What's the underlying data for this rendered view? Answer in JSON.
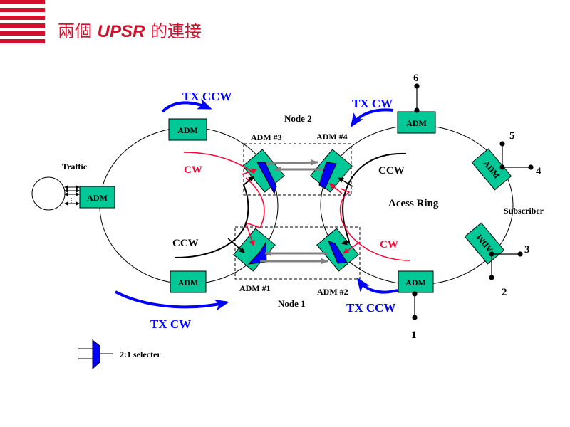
{
  "slide": {
    "title_prefix": "兩個",
    "title_emphasis": "UPSR",
    "title_suffix": "的連接",
    "accent_color": "#d2102e"
  },
  "diagram": {
    "colors": {
      "adm_fill": "#00c896",
      "selector_fill": "#0000ff",
      "tx_arrow": "#0000ff",
      "cw_path": "#ff0033",
      "ccw_path": "#000000",
      "link_arrow": "#808080"
    },
    "labels": {
      "traffic": "Traffic",
      "node1": "Node 1",
      "node2": "Node 2",
      "adm1": "ADM #1",
      "adm2": "ADM #2",
      "adm3": "ADM #3",
      "adm4": "ADM #4",
      "left_tx_ccw": "TX CCW",
      "left_tx_cw": "TX CW",
      "left_cw": "CW",
      "left_ccw": "CCW",
      "right_tx_cw": "TX CW",
      "right_tx_ccw": "TX CCW",
      "right_cw": "CW",
      "right_ccw": "CCW",
      "access_ring": "Acess Ring",
      "subscriber": "Subscriber",
      "legend_selector": "2:1 selecter"
    },
    "adm_boxes": {
      "left_top": "ADM",
      "left_mid": "ADM",
      "left_bottom": "ADM",
      "right_top": "ADM",
      "right_bottom": "ADM",
      "right_upper_side": "ADM",
      "right_lower_side": "ADM"
    },
    "ports": [
      "1",
      "2",
      "3",
      "4",
      "5",
      "6"
    ]
  }
}
